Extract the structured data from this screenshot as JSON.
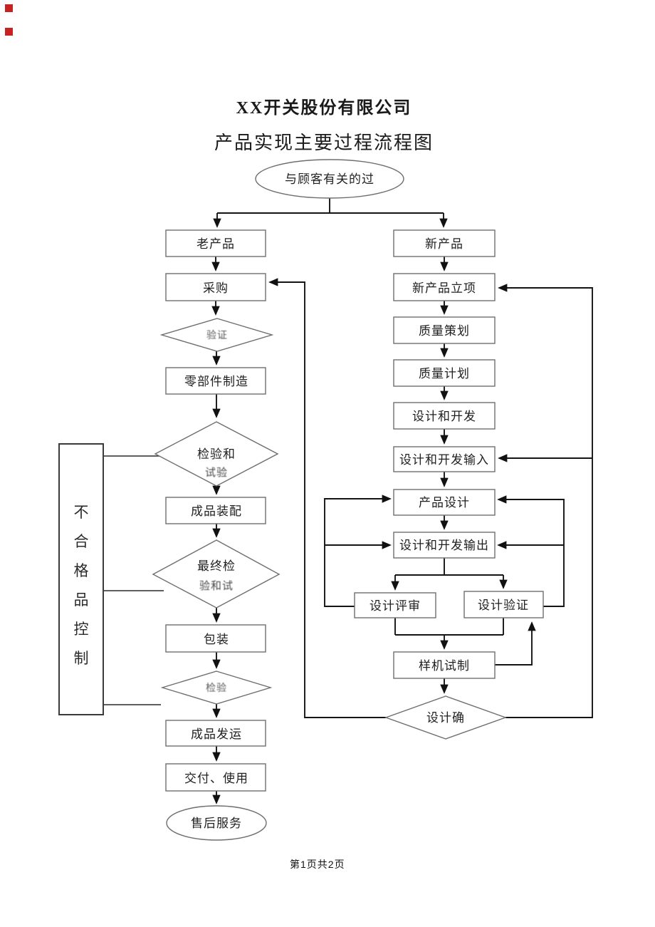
{
  "page": {
    "title": "XX开关股份有限公司",
    "subtitle": "产品实现主要过程流程图",
    "footer": "第1页共2页",
    "corner_mark_color": "#c62222"
  },
  "flowchart": {
    "start": "与顾客有关的过",
    "left": {
      "old_product": "老产品",
      "purchase": "采购",
      "verify": "验证",
      "parts": "零部件制造",
      "inspect1_l1": "检验和",
      "inspect1_l2": "试验",
      "assembly": "成品装配",
      "final_l1": "最终检",
      "final_l2": "验和试",
      "packing": "包装",
      "inspect2": "检验",
      "ship": "成品发运",
      "delivery": "交付、使用",
      "service": "售后服务",
      "nonconforming": "不合格品控制"
    },
    "right": {
      "new_product": "新产品",
      "initiation": "新产品立项",
      "quality_planning": "质量策划",
      "quality_plan": "质量计划",
      "design_dev": "设计和开发",
      "design_input": "设计和开发输入",
      "product_design": "产品设计",
      "design_output": "设计和开发输出",
      "design_review": "设计评审",
      "design_verify": "设计验证",
      "prototype": "样机试制",
      "design_confirm": "设计确"
    }
  }
}
